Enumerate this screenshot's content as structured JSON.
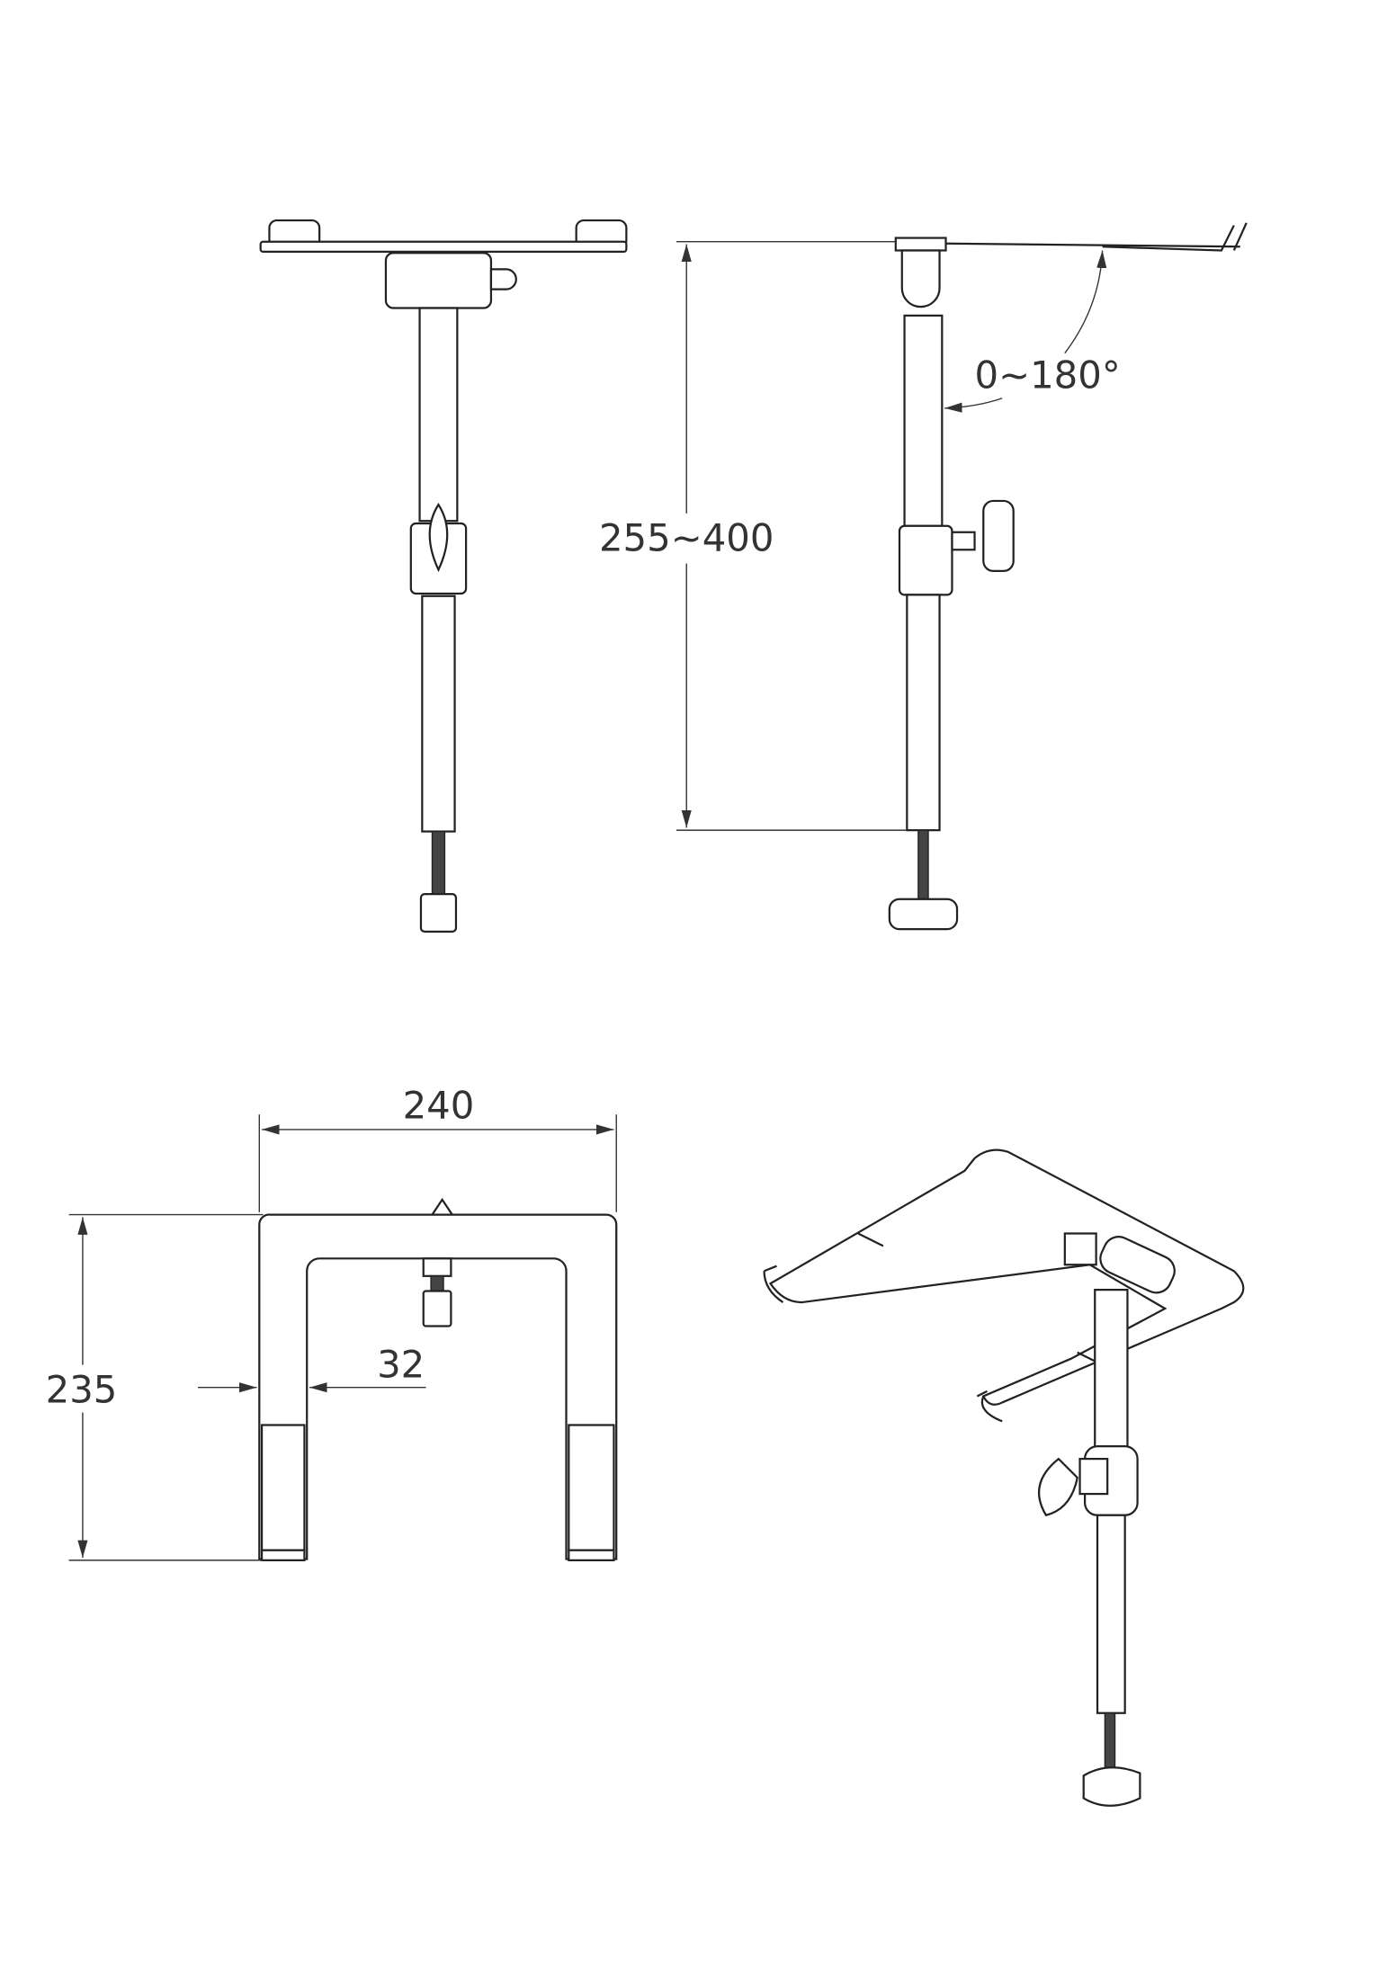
{
  "dimensions": {
    "height_range": "255~400",
    "tilt_angle": "0~180°",
    "width": "240",
    "depth": "235",
    "arm_width": "32"
  },
  "colors": {
    "line": "#222222",
    "background": "#ffffff"
  }
}
